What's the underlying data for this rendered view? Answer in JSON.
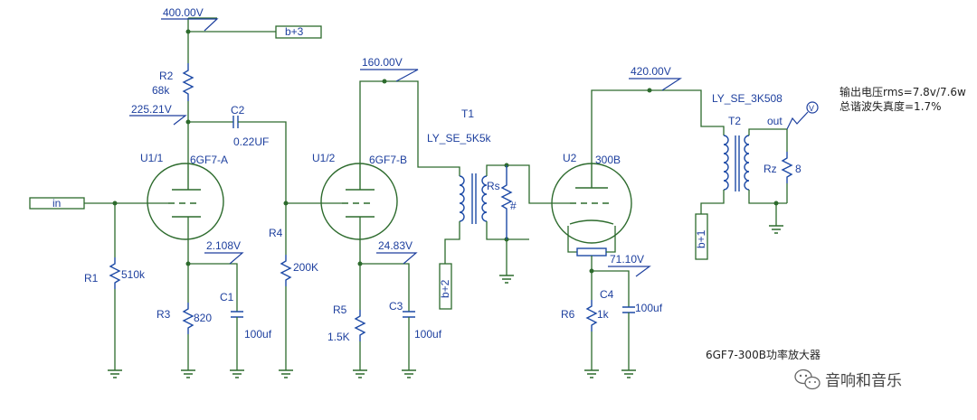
{
  "nodes": {
    "v400": "400.00V",
    "v225": "225.21V",
    "v160": "160.00V",
    "v420": "420.00V",
    "v2108": "2.108V",
    "v2483": "24.83V",
    "v7110": "71.10V"
  },
  "ports": {
    "in": "in",
    "b3": "b+3",
    "b2": "b+2",
    "b1": "b+1",
    "out": "out"
  },
  "components": {
    "R2_name": "R2",
    "R2_val": "68k",
    "C2_name": "C2",
    "C2_val": "0.22UF",
    "U11_name": "U1/1",
    "U11_type": "6GF7-A",
    "R1_name": "R1",
    "R1_val": "510k",
    "R3_name": "R3",
    "R3_val": "820",
    "C1_name": "C1",
    "C1_val": "100uf",
    "R4_name": "R4",
    "R4_val": "200K",
    "U12_name": "U1/2",
    "U12_type": "6GF7-B",
    "R5_name": "R5",
    "R5_val": "1.5K",
    "C3_name": "C3",
    "C3_val": "100uf",
    "T1_name": "T1",
    "T1_type": "LY_SE_5K5k",
    "Rs_name": "Rs",
    "Rs_mark": "#",
    "U2_name": "U2",
    "U2_type": "300B",
    "R6_name": "R6",
    "R6_val": "1k",
    "C4_name": "C4",
    "C4_val": "100uf",
    "T2_name": "T2",
    "T2_type": "LY_SE_3K508",
    "Rz_name": "Rz",
    "Rz_val": "8"
  },
  "notes": {
    "line1": "输出电压rms=7.8v/7.6w",
    "line2": "总谐波失真度=1.7%",
    "title": "6GF7-300B功率放大器",
    "watermark": "音响和音乐"
  },
  "colors": {
    "wire": "#2d6b2d",
    "label": "#1d3f9e",
    "background": "#ffffff"
  }
}
